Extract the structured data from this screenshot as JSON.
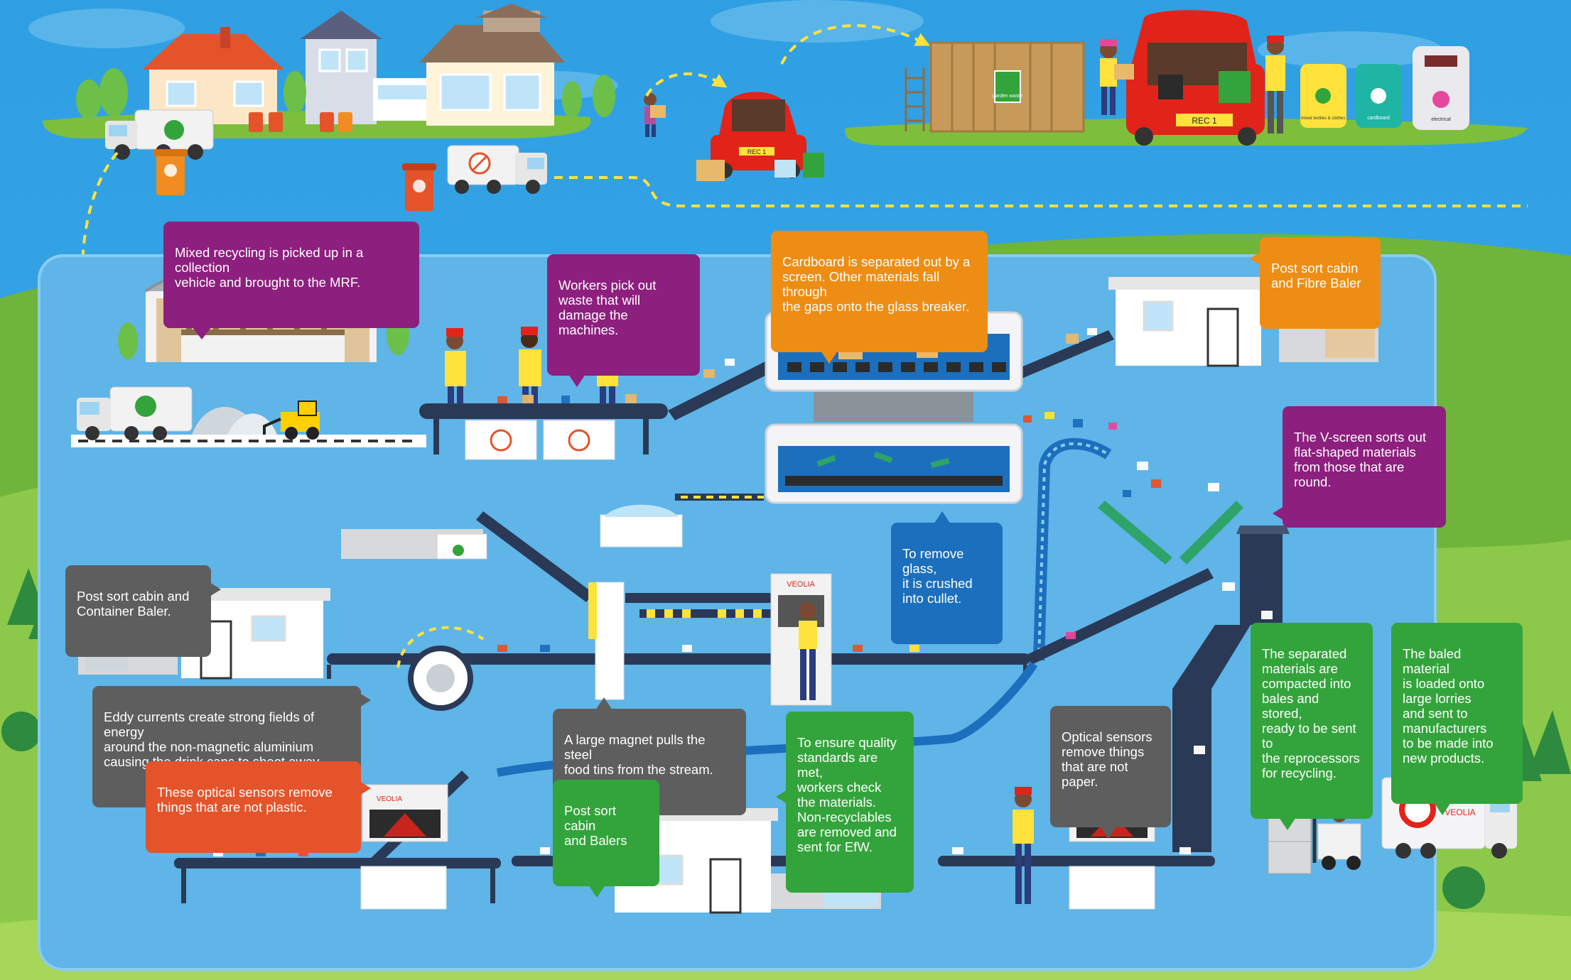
{
  "captions": {
    "collection": "Mixed recycling is picked up in a collection\nvehicle and brought to the MRF.",
    "workers_pick": "Workers pick out\nwaste that will\ndamage the machines.",
    "cardboard": "Cardboard is separated out by a\nscreen. Other materials fall through\nthe gaps onto the glass breaker.",
    "fibre_cabin": "Post sort cabin\nand Fibre Baler",
    "vscreen": "The V-screen sorts out\nflat-shaped materials\nfrom those that are round.",
    "glass": "To remove glass,\nit is crushed\ninto cullet.",
    "container_cabin": "Post sort cabin and\nContainer Baler.",
    "eddy": "Eddy currents create strong fields of energy\naround the non-magnetic aluminium\ncausing the drink cans to shoot away.",
    "magnet": "A large magnet pulls the steel\nfood tins from the stream.",
    "quality": "To ensure quality\nstandards are met,\nworkers check\nthe materials.\nNon-recyclables\nare removed and\nsent for EfW.",
    "optical_plastic": "These optical sensors remove\nthings that are not plastic.",
    "balers_cabin": "Post sort cabin\nand Balers",
    "optical_paper": "Optical sensors\nremove things\nthat are not paper.",
    "compacted": "The separated\nmaterials are\ncompacted into\nbales and stored,\nready to be sent to\nthe reprocessors\nfor recycling.",
    "baled": "The baled material\nis loaded onto\nlarge lorries\nand sent to\nmanufacturers\nto be made into\nnew products."
  },
  "signs": {
    "plate": "REC 1",
    "garden": "garden waste",
    "cardboard": "cardboard",
    "textiles": "mixed textiles & clothes",
    "electrical": "electrical",
    "brand": "VEOLIA"
  },
  "colors": {
    "sky": "#34a6e6",
    "facility": "#5fb4e8",
    "grass": "#7dbf3c",
    "purple": "#8d1f7e",
    "orange": "#ee8d13",
    "grey": "#5e5e5e",
    "blue": "#1b6fbd",
    "green": "#33a43b",
    "red": "#e5532a",
    "brand_red": "#e2231a",
    "path": "#ffe23b"
  }
}
